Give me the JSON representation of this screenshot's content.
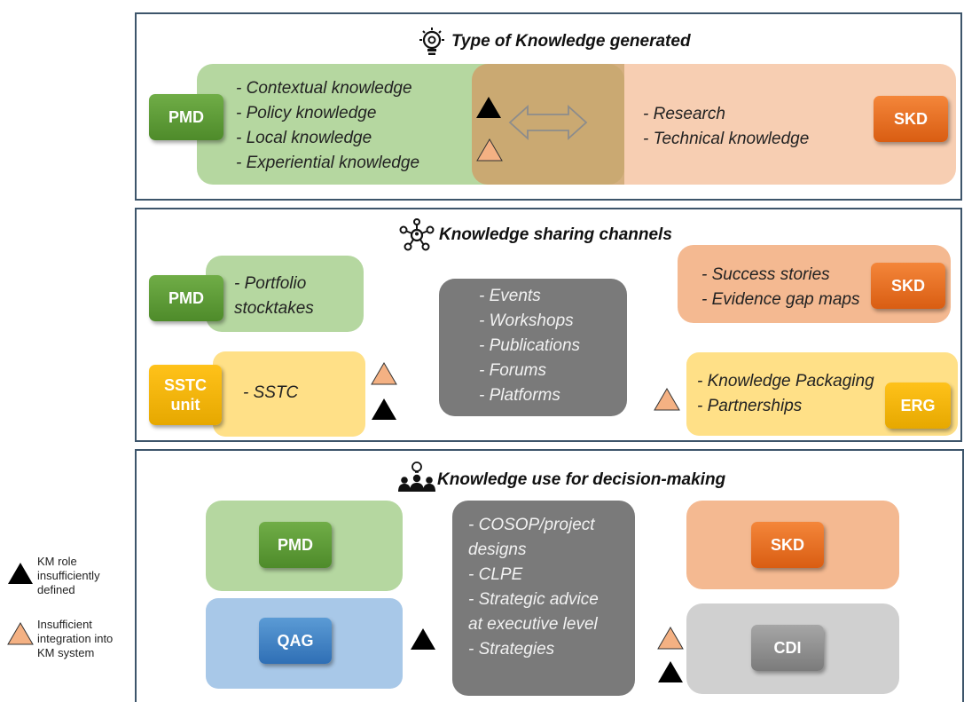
{
  "sections": {
    "type": {
      "title": "Type of Knowledge generated",
      "pmd_items": [
        "- Contextual knowledge",
        "- Policy knowledge",
        "- Local knowledge",
        "- Experiential knowledge"
      ],
      "skd_items": [
        "- Research",
        "- Technical knowledge"
      ]
    },
    "sharing": {
      "title": "Knowledge sharing channels",
      "pmd_items": [
        "- Portfolio",
        "stocktakes"
      ],
      "sstc_items": [
        "- SSTC"
      ],
      "center_items": [
        "- Events",
        "- Workshops",
        "- Publications",
        "- Forums",
        "- Platforms"
      ],
      "skd_items": [
        "- Success stories",
        "- Evidence gap maps"
      ],
      "erg_items": [
        "- Knowledge Packaging",
        "- Partnerships"
      ]
    },
    "use": {
      "title": "Knowledge use for decision-making",
      "center_items": [
        "- COSOP/project",
        "designs",
        "- CLPE",
        "- Strategic advice",
        "at executive level",
        "- Strategies"
      ]
    }
  },
  "badges": {
    "pmd": "PMD",
    "skd": "SKD",
    "sstc_line1": "SSTC",
    "sstc_line2": "unit",
    "erg": "ERG",
    "qag": "QAG",
    "cdi": "CDI"
  },
  "legend": {
    "black_triangle": "KM role insufficiently defined",
    "orange_triangle": "Insufficient integration into KM system"
  },
  "icons": {
    "type": "lightbulb-gear-icon",
    "sharing": "network-icon",
    "use": "people-lightbulb-icon"
  },
  "colors": {
    "border": "#3d556b",
    "pmd": "#70ad47",
    "skd": "#ed7d31",
    "sstc": "#ffc000",
    "qag": "#5b9bd5",
    "cdi": "#a6a6a6",
    "orange_triangle": "#f4b183",
    "black_triangle": "#000000"
  }
}
